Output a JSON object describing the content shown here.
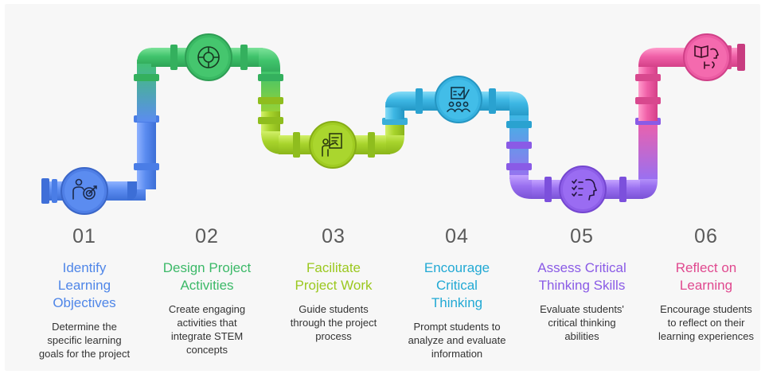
{
  "steps": [
    {
      "number": "01",
      "title": "Identify\nLearning\nObjectives",
      "desc": "Determine the\nspecific learning\ngoals for the project",
      "color": "#4f86e8",
      "icon": "target-person-icon"
    },
    {
      "number": "02",
      "title": "Design Project\nActivities",
      "desc": "Create engaging\nactivities that\nintegrate STEM\nconcepts",
      "color": "#3cb968",
      "icon": "design-wheel-icon"
    },
    {
      "number": "03",
      "title": "Facilitate\nProject Work",
      "desc": "Guide students\nthrough the project\nprocess",
      "color": "#9bc81f",
      "icon": "teacher-board-icon"
    },
    {
      "number": "04",
      "title": "Encourage\nCritical\nThinking",
      "desc": "Prompt students to\nanalyze and evaluate\ninformation",
      "color": "#22a9d4",
      "icon": "group-discussion-icon"
    },
    {
      "number": "05",
      "title": "Assess Critical\nThinking Skills",
      "desc": "Evaluate students'\ncritical thinking\nabilities",
      "color": "#8a5be6",
      "icon": "checklist-head-icon"
    },
    {
      "number": "06",
      "title": "Reflect on\nLearning",
      "desc": "Encourage students\nto reflect on their\nlearning experiences",
      "color": "#e0498f",
      "icon": "book-reflection-icon"
    }
  ]
}
